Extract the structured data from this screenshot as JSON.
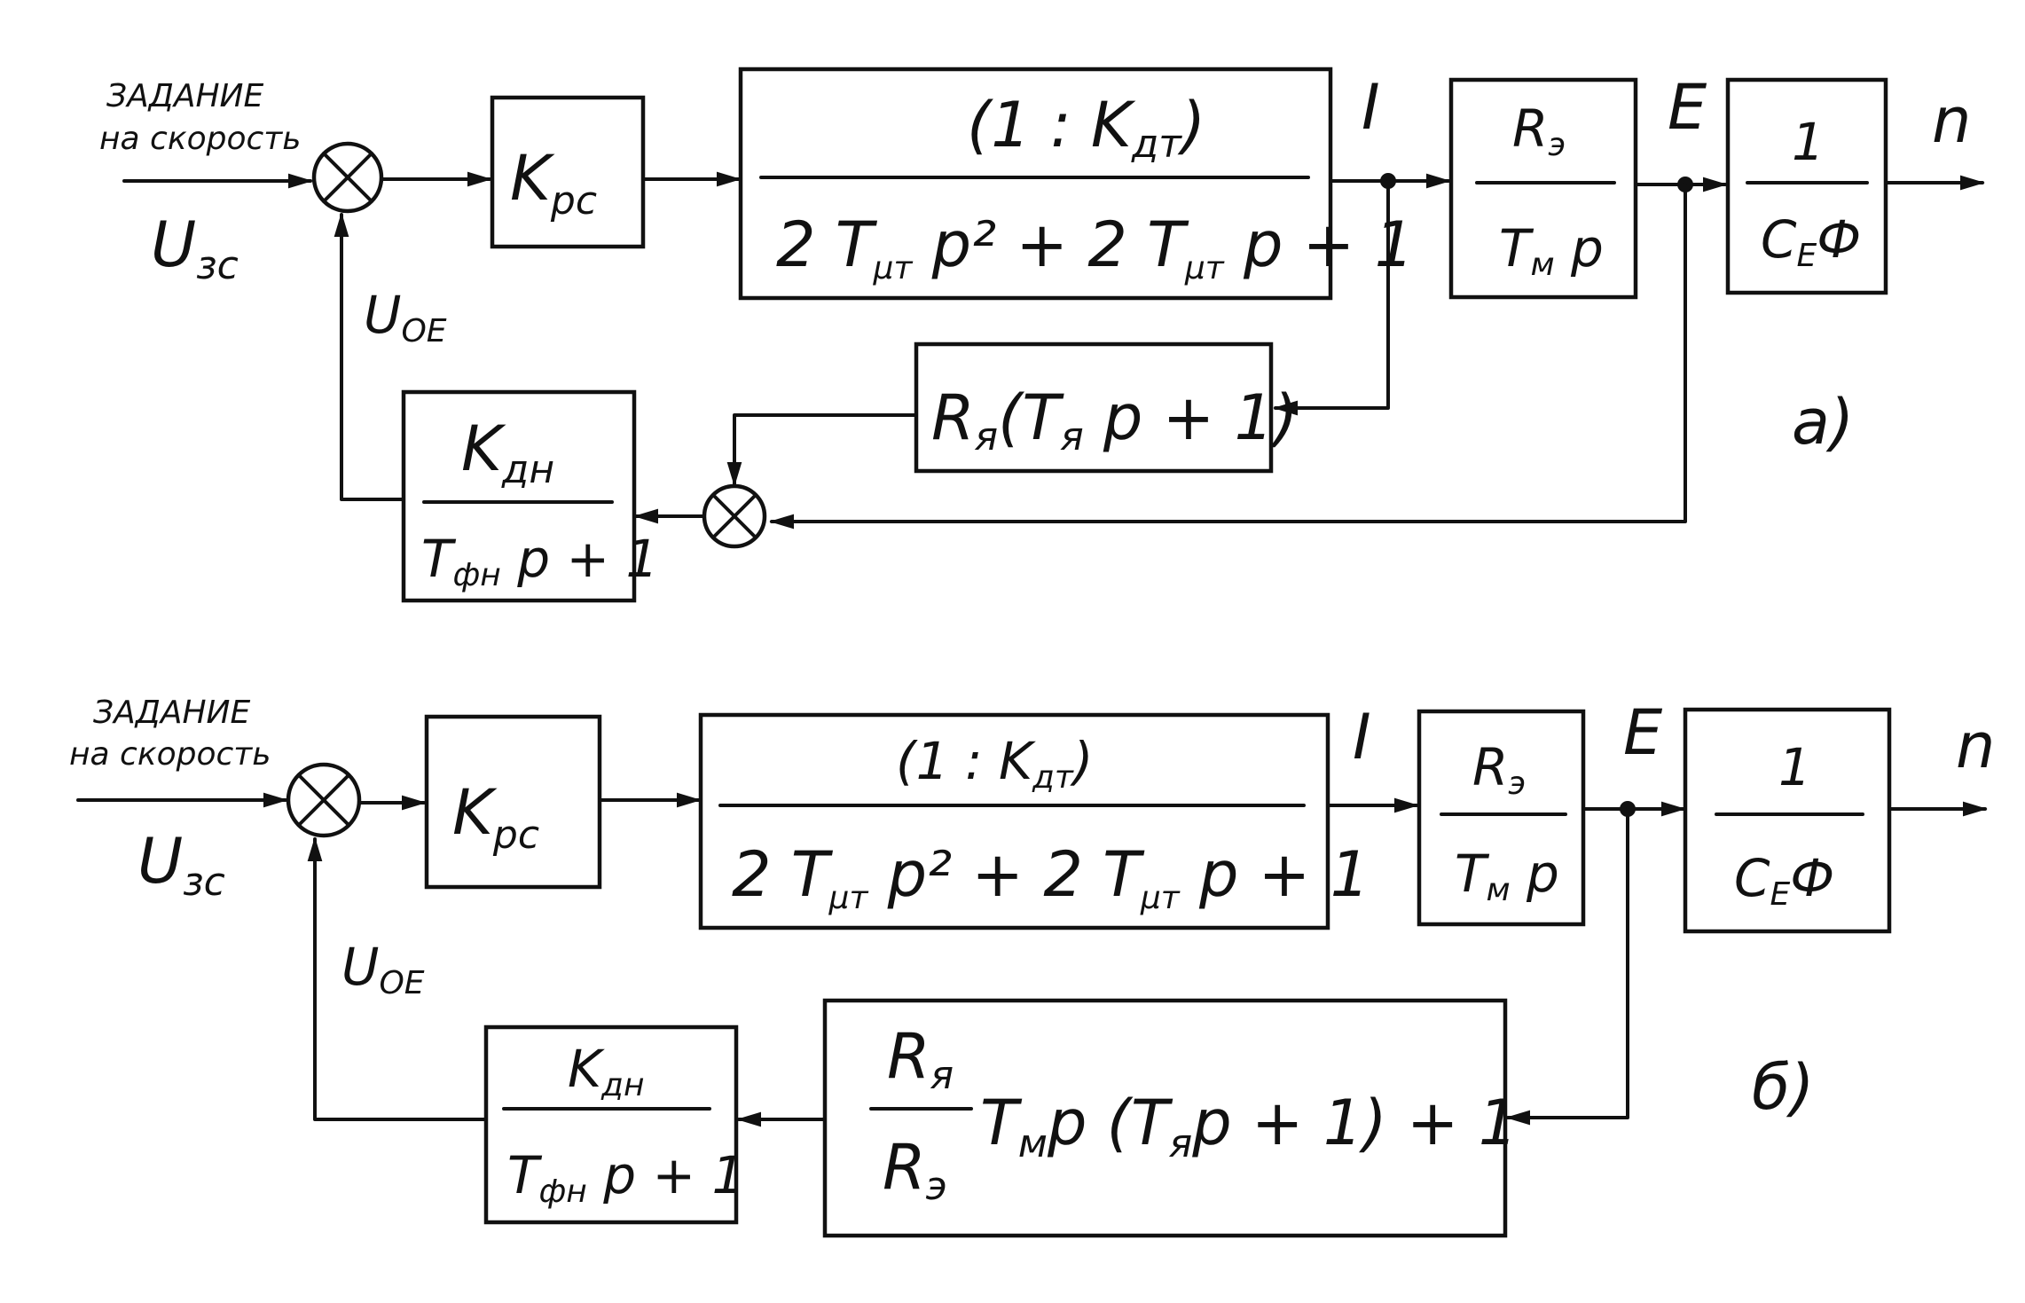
{
  "diagram_a": {
    "input_label_1": "ЗАДАНИЕ",
    "input_label_2": "на скорость",
    "input_signal": "U",
    "input_signal_sub": "зс",
    "feedback_signal": "U",
    "feedback_signal_sub": "OE",
    "block_kpc": "K",
    "block_kpc_sub": "pc",
    "block_current_num": "(1 : K",
    "block_current_num_sub": "дт",
    "block_current_num_end": ")",
    "block_current_den": "2 T",
    "block_current_den_sub": "μт",
    "block_current_den_sup": "2",
    "block_current_den_mid": " p² + 2 T",
    "block_current_den_sub2": "μт",
    "block_current_den_end": " p + 1",
    "label_I": "I",
    "block_re_num": "R",
    "block_re_num_sub": "э",
    "block_re_den": "T",
    "block_re_den_sub": "м",
    "block_re_den_end": " p",
    "label_E": "E",
    "block_cf_num": "1",
    "block_cf_den": "C",
    "block_cf_den_sub": "E",
    "block_cf_den_end": "Ф",
    "output": "n",
    "block_ra": "R",
    "block_ra_sub": "я",
    "block_ra_end": "(T",
    "block_ra_sub2": "я",
    "block_ra_end2": " p + 1)",
    "block_kdn_num": "K",
    "block_kdn_num_sub": "дн",
    "block_kdn_den": "T",
    "block_kdn_den_sub": "фн",
    "block_kdn_den_end": " p + 1",
    "tag": "а)"
  },
  "diagram_b": {
    "input_label_1": "ЗАДАНИЕ",
    "input_label_2": "на скорость",
    "input_signal": "U",
    "input_signal_sub": "зс",
    "feedback_signal": "U",
    "feedback_signal_sub": "OE",
    "block_kpc": "K",
    "block_kpc_sub": "pc",
    "block_current_num": "(1 : K",
    "block_current_num_sub": "дт",
    "block_current_num_end": ")",
    "block_current_den": "2 T",
    "block_current_den_sub": "μт",
    "block_current_den_sup": "2",
    "block_current_den_mid": " p² + 2 T",
    "block_current_den_sub2": "μт",
    "block_current_den_end": " p + 1",
    "label_I": "I",
    "block_re_num": "R",
    "block_re_num_sub": "э",
    "block_re_den": "T",
    "block_re_den_sub": "м",
    "block_re_den_end": " p",
    "label_E": "E",
    "block_cf_num": "1",
    "block_cf_den": "C",
    "block_cf_den_sub": "E",
    "block_cf_den_end": "Ф",
    "output": "n",
    "block_big_num": "R",
    "block_big_num_sub": "я",
    "block_big_den": "R",
    "block_big_den_sub": "э",
    "block_big_body": "T",
    "block_big_body_sub": "м",
    "block_big_body_mid": "p (T",
    "block_big_body_sub2": "я",
    "block_big_body_end": "p + 1) + 1",
    "block_kdn_num": "K",
    "block_kdn_num_sub": "дн",
    "block_kdn_den": "T",
    "block_kdn_den_sub": "фн",
    "block_kdn_den_end": " p + 1",
    "tag": "б)"
  }
}
